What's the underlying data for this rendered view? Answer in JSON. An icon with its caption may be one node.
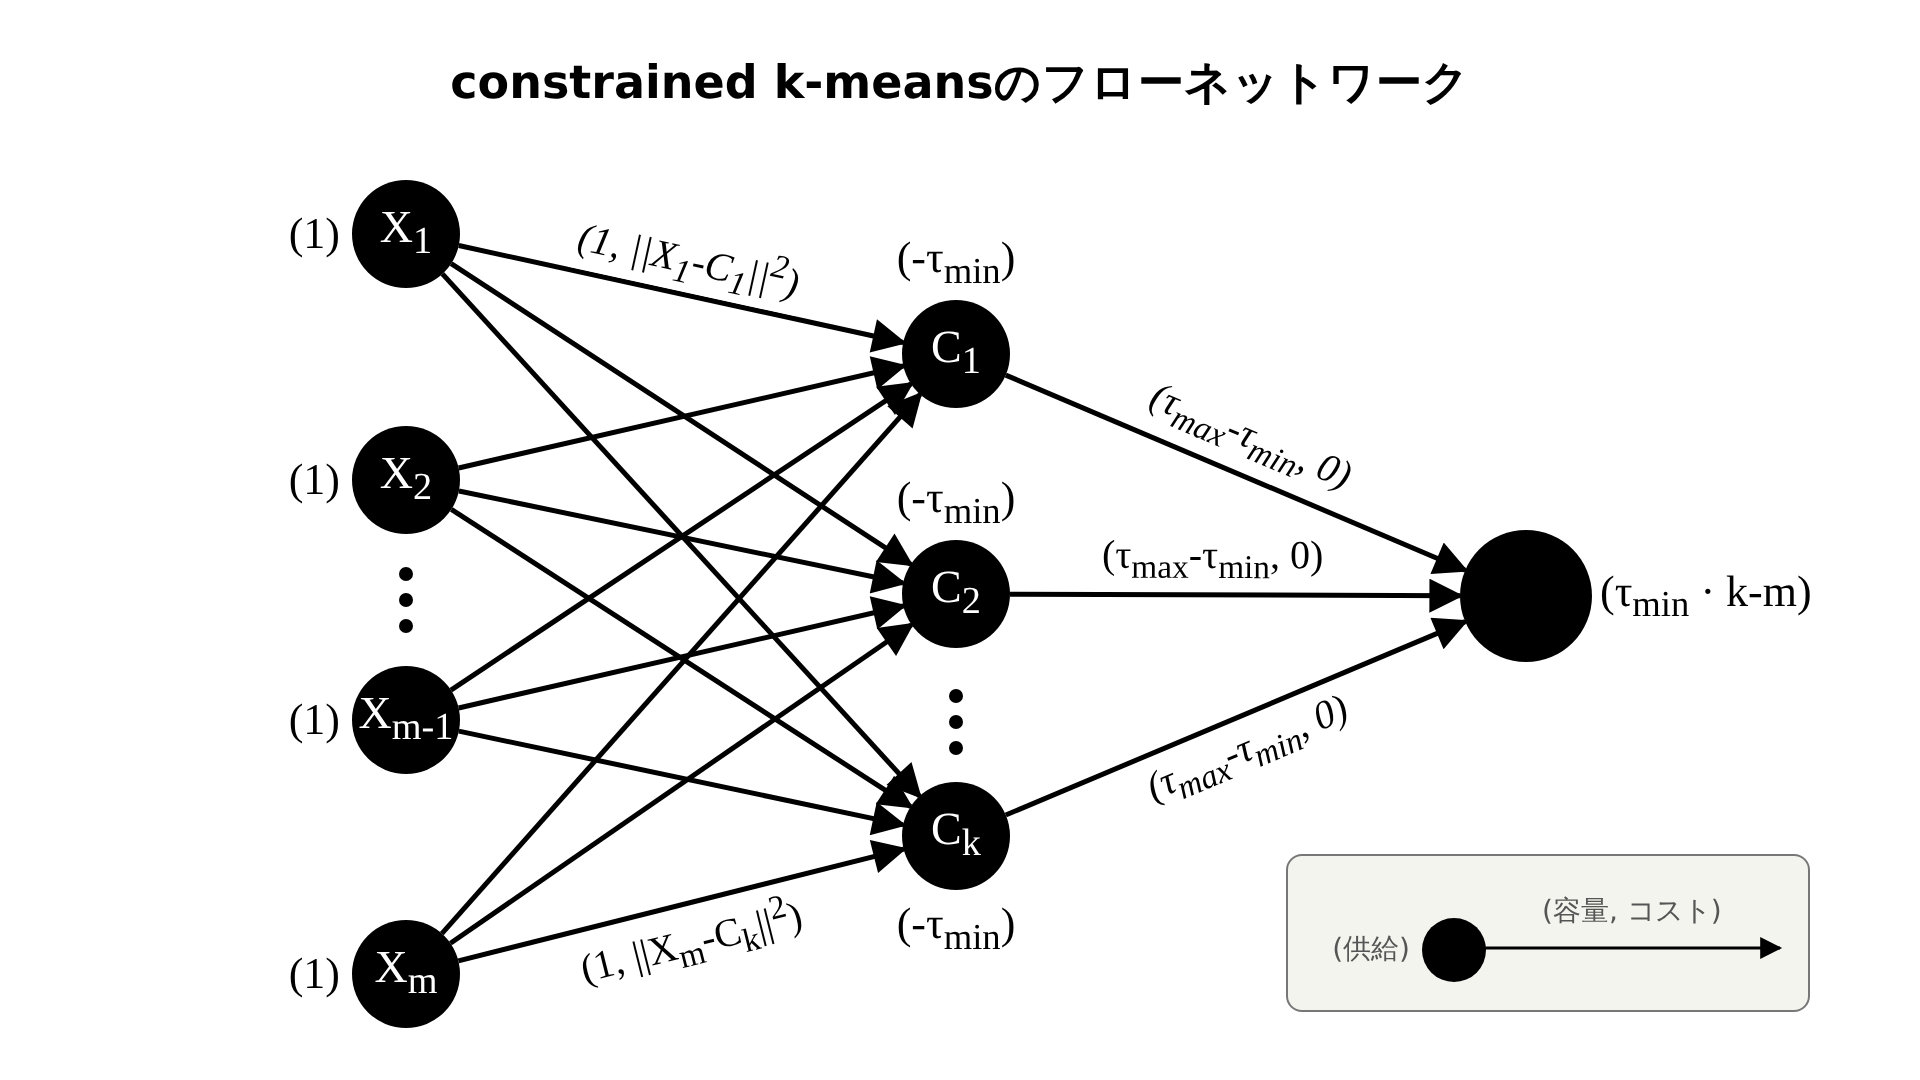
{
  "diagram": {
    "title": "constrained k-meansのフローネットワーク",
    "nodes": [
      {
        "text": [
          "X$_{1}$"
        ],
        "beside": [
          "(1)"
        ]
      },
      {
        "text": [
          "X$_{2}$"
        ],
        "beside": [
          "(1)"
        ]
      },
      {
        "text": [
          "X$_{m-1}$"
        ],
        "beside": [
          "(1)"
        ]
      },
      {
        "text": [
          "X$_{m}$"
        ],
        "beside": [
          "(1)"
        ]
      },
      {
        "text": [
          "C$_{1}$"
        ],
        "beside": [
          "(-τ$_{min}$)"
        ]
      },
      {
        "text": [
          "C$_{2}$"
        ],
        "beside": [
          "(-τ$_{min}$)"
        ]
      },
      {
        "text": [
          "C$_{k}$"
        ],
        "beside": [
          "(-τ$_{min}$)"
        ]
      },
      {
        "text": [],
        "shape": "circle",
        "beside": [
          "(τ$_{min}$ · k-m)"
        ]
      },
      {
        "text": [],
        "shape": "box"
      },
      {
        "text": [],
        "shape": "circle",
        "in": 8,
        "beside": [
          "(供給)"
        ]
      }
    ],
    "edges": [
      {
        "from": 0,
        "to": 4,
        "arrow": "to",
        "label": "(1, ||X$_{1}$-C$_{1}$||$^{2}$)"
      },
      {
        "from": 0,
        "to": 5,
        "arrow": "to"
      },
      {
        "from": 0,
        "to": 6,
        "arrow": "to"
      },
      {
        "from": 1,
        "to": 4,
        "arrow": "to"
      },
      {
        "from": 1,
        "to": 5,
        "arrow": "to"
      },
      {
        "from": 1,
        "to": 6,
        "arrow": "to"
      },
      {
        "from": 2,
        "to": 4,
        "arrow": "to"
      },
      {
        "from": 2,
        "to": 5,
        "arrow": "to"
      },
      {
        "from": 2,
        "to": 6,
        "arrow": "to"
      },
      {
        "from": 3,
        "to": 4,
        "arrow": "to"
      },
      {
        "from": 3,
        "to": 5,
        "arrow": "to"
      },
      {
        "from": 3,
        "to": 6,
        "arrow": "to",
        "label": "(1, ||X$_{m}$-C$_{k}$||$^{2}$)"
      },
      {
        "from": 4,
        "to": 7,
        "arrow": "to",
        "label": "(τ$_{max}$-τ$_{min}$, 0)"
      },
      {
        "from": 5,
        "to": 7,
        "arrow": "to",
        "label": "(τ$_{max}$-τ$_{min}$, 0)"
      },
      {
        "from": 6,
        "to": 7,
        "arrow": "to",
        "label": "(τ$_{max}$-τ$_{min}$, 0)"
      },
      {
        "from": 9,
        "to": null,
        "arrow": "to",
        "label": "(容量, コスト)"
      }
    ]
  }
}
